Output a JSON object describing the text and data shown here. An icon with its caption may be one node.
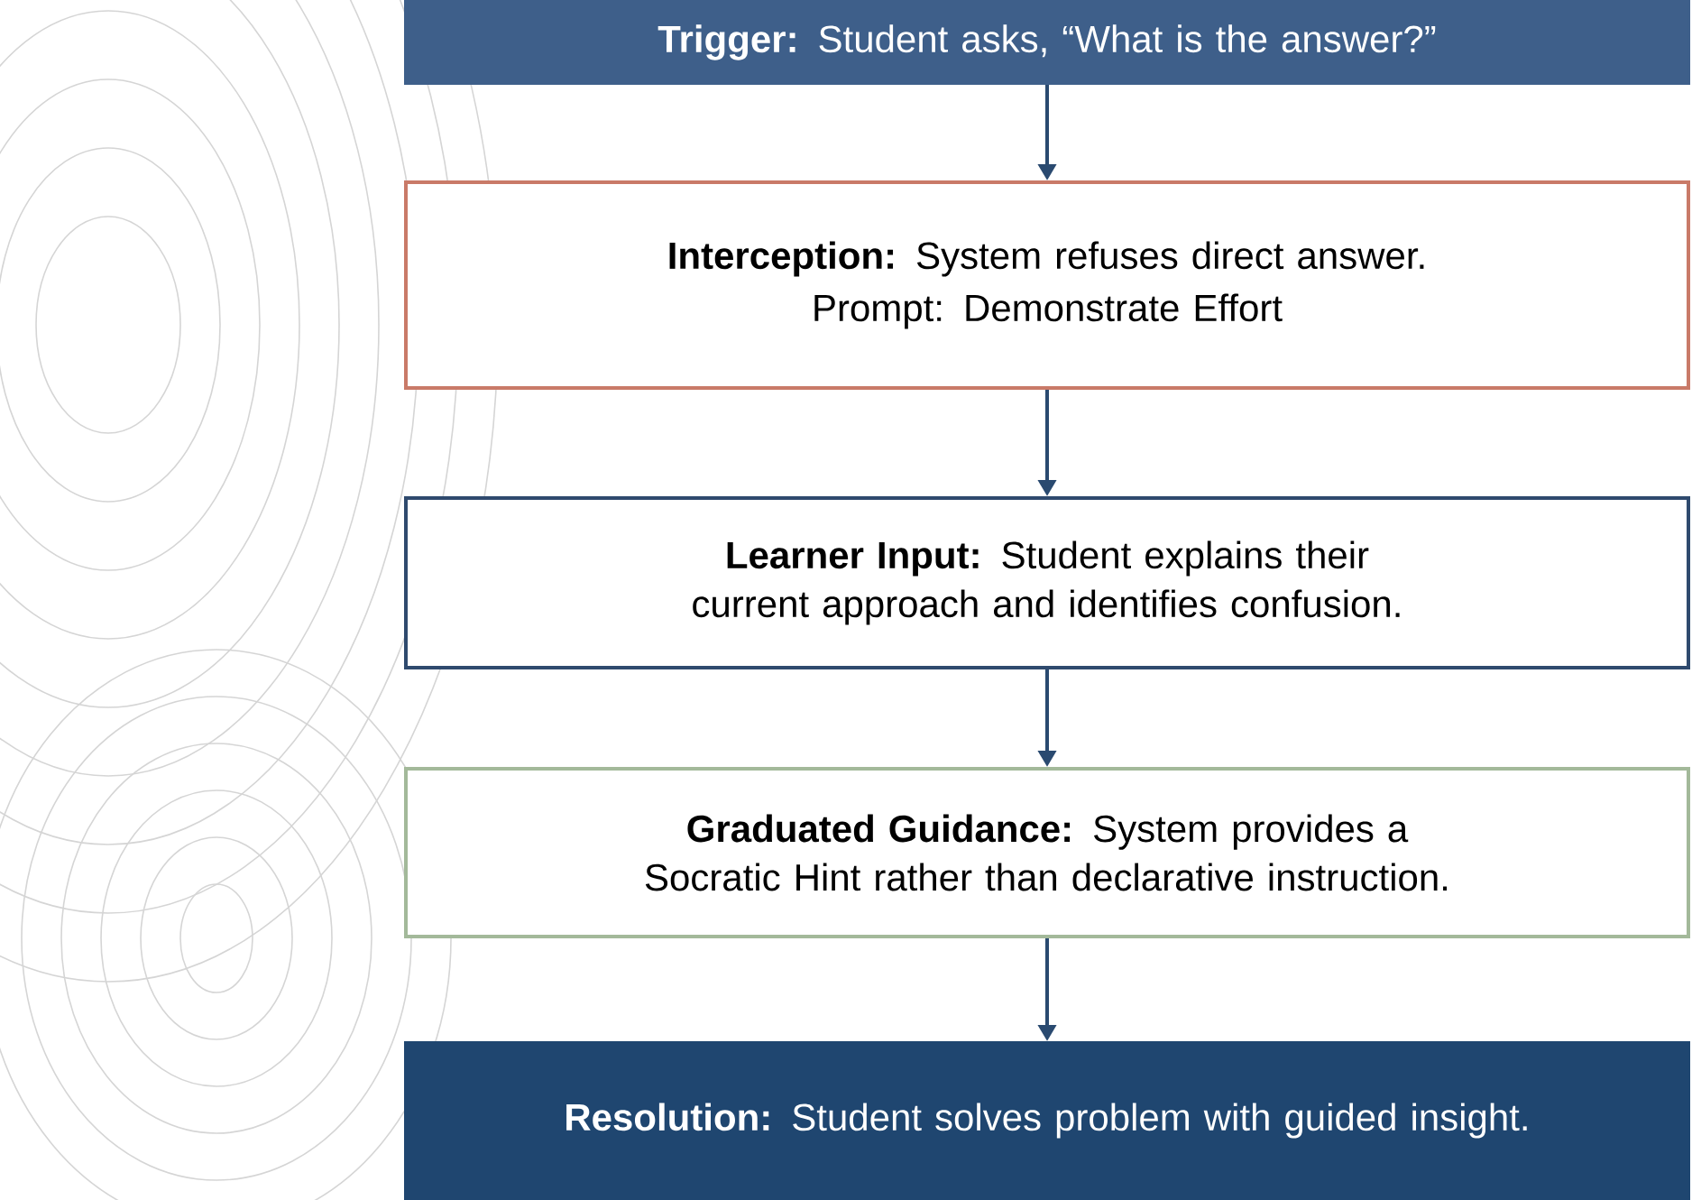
{
  "diagram": {
    "nodes": [
      {
        "text": [
          "**Trigger:** Student asks, “What is the answer?”"
        ]
      },
      {
        "text": [
          "**Interception:** System refuses direct answer.",
          "Prompt: Demonstrate Effort"
        ]
      },
      {
        "text": [
          "**Learner Input:** Student explains their current approach and identifies confusion."
        ]
      },
      {
        "text": [
          "**Graduated Guidance:** System provides a Socratic Hint rather than declarative instruction."
        ]
      },
      {
        "text": [
          "**Resolution:** Student solves problem with guided insight."
        ]
      }
    ],
    "edges": [
      {
        "from": 0,
        "to": 1,
        "arrow": "to"
      },
      {
        "from": 1,
        "to": 2,
        "arrow": "to"
      },
      {
        "from": 2,
        "to": 3,
        "arrow": "to"
      },
      {
        "from": 3,
        "to": 4,
        "arrow": "to"
      }
    ]
  }
}
